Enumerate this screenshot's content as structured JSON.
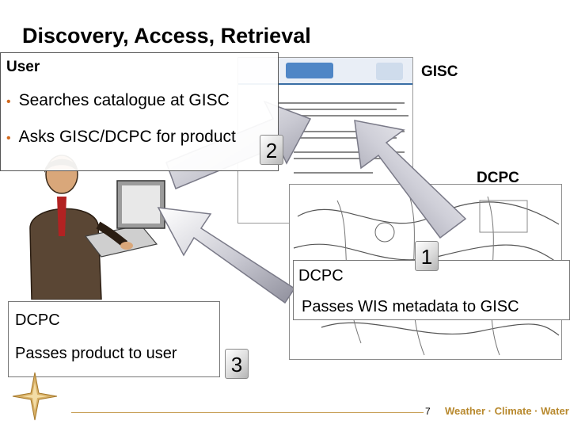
{
  "title": "Discovery, Access, Retrieval",
  "user_box": {
    "label": "User",
    "bullets": [
      "Searches catalogue at GISC",
      "Asks GISC/DCPC for product"
    ]
  },
  "labels": {
    "gisc": "GISC",
    "dcpc_right": "DCPC"
  },
  "dcpc_metadata_box": {
    "label": "DCPC",
    "text": "Passes WIS metadata to GISC"
  },
  "dcpc_product_box": {
    "label": "DCPC",
    "text": "Passes product to user"
  },
  "steps": {
    "one": "1",
    "two": "2",
    "three": "3"
  },
  "footer": {
    "page": "7",
    "tagline": "Weather · Climate · Water"
  },
  "icons": [
    "compass-star-icon",
    "person-at-desk-icon"
  ],
  "colors": {
    "bullet": "#d2691e",
    "footer_gold": "#b8892e"
  }
}
